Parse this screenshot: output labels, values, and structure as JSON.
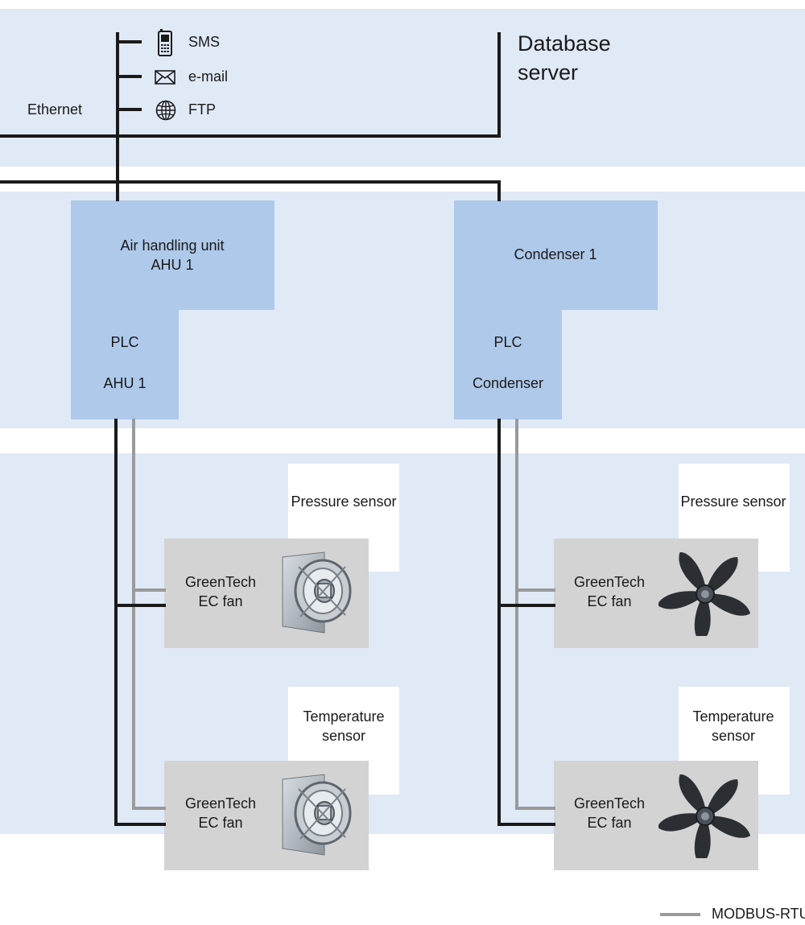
{
  "colors": {
    "band": "#e0e9f6",
    "unit": "#afc9ea",
    "fan_box": "#d3d3d3",
    "ethernet_line": "#1a1a1a",
    "modbus_line": "#9a9a9a"
  },
  "network": {
    "ethernet_label": "Ethernet",
    "notifications": [
      {
        "label": "SMS",
        "icon": "mobile-phone-icon"
      },
      {
        "label": "e-mail",
        "icon": "envelope-icon"
      },
      {
        "label": "FTP",
        "icon": "globe-icon"
      }
    ],
    "database_server": {
      "line1": "Database",
      "line2": "server"
    }
  },
  "units": [
    {
      "title_line1": "Air handling unit",
      "title_line2": "AHU 1",
      "plc_line1": "PLC",
      "plc_line2": "AHU 1",
      "pressure_sensor": "Pressure sensor",
      "temperature_sensor": {
        "line1": "Temperature",
        "line2": "sensor"
      },
      "fans": [
        {
          "line1": "GreenTech",
          "line2": "EC fan",
          "image": "radial-fan-icon"
        },
        {
          "line1": "GreenTech",
          "line2": "EC fan",
          "image": "radial-fan-icon"
        }
      ]
    },
    {
      "title_line1": "Condenser 1",
      "title_line2": "",
      "plc_line1": "PLC",
      "plc_line2": "Condenser",
      "pressure_sensor": "Pressure sensor",
      "temperature_sensor": {
        "line1": "Temperature",
        "line2": "sensor"
      },
      "fans": [
        {
          "line1": "GreenTech",
          "line2": "EC fan",
          "image": "axial-fan-icon"
        },
        {
          "line1": "GreenTech",
          "line2": "EC fan",
          "image": "axial-fan-icon"
        }
      ]
    }
  ],
  "legend": {
    "modbus_label": "MODBUS-RTU"
  }
}
